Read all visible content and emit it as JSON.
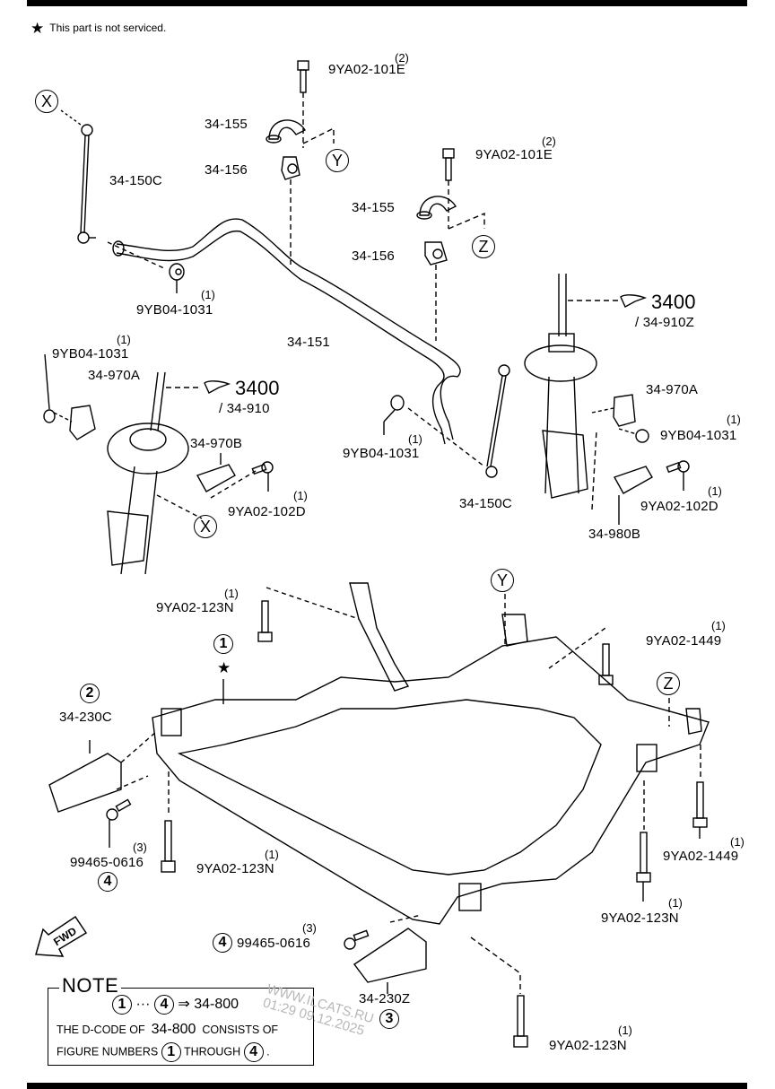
{
  "header": {
    "star_symbol": "★",
    "star_note": "This part is not serviced."
  },
  "callouts": {
    "ref_x": "X",
    "ref_y": "Y",
    "ref_z": "Z",
    "fig_1": "1",
    "fig_2": "2",
    "fig_3": "3",
    "fig_4": "4"
  },
  "parts": {
    "stab_link_left": "34-150C",
    "stab_link_right": "34-150C",
    "bushing_clamp_left": "34-155",
    "bushing_clamp_right": "34-155",
    "bushing_left": "34-156",
    "bushing_right": "34-156",
    "stabilizer_bar": "34-151",
    "bolt_101e_a": {
      "code": "9YA02-101E",
      "qty": "(2)"
    },
    "bolt_101e_b": {
      "code": "9YA02-101E",
      "qty": "(2)"
    },
    "nut_1031_a": {
      "code": "9YB04-1031",
      "qty": "(1)"
    },
    "nut_1031_b": {
      "code": "9YB04-1031",
      "qty": "(1)"
    },
    "nut_1031_c": {
      "code": "9YB04-1031",
      "qty": "(1)"
    },
    "nut_1031_d": {
      "code": "9YB04-1031",
      "qty": "(1)"
    },
    "strut_left_ref": {
      "section": "3400",
      "code": "/ 34-910"
    },
    "strut_right_ref": {
      "section": "3400",
      "code": "/ 34-910Z"
    },
    "bracket_970a_left": "34-970A",
    "bracket_970a_right": "34-970A",
    "bracket_970b": "34-970B",
    "bracket_980b": "34-980B",
    "bolt_102d_left": {
      "code": "9YA02-102D",
      "qty": "(1)"
    },
    "bolt_102d_right": {
      "code": "9YA02-102D",
      "qty": "(1)"
    },
    "bolt_123n_a": {
      "code": "9YA02-123N",
      "qty": "(1)"
    },
    "bolt_123n_b": {
      "code": "9YA02-123N",
      "qty": "(1)"
    },
    "bolt_123n_c": {
      "code": "9YA02-123N",
      "qty": "(1)"
    },
    "bolt_123n_d": {
      "code": "9YA02-123N",
      "qty": "(1)"
    },
    "bolt_1449_a": {
      "code": "9YA02-1449",
      "qty": "(1)"
    },
    "bolt_1449_b": {
      "code": "9YA02-1449",
      "qty": "(1)"
    },
    "bracket_230c": "34-230C",
    "bracket_230z": "34-230Z",
    "bolt_0616_a": {
      "code": "99465-0616",
      "qty": "(3)"
    },
    "bolt_0616_b": {
      "code": "99465-0616",
      "qty": "(3)"
    }
  },
  "fwd_label": "FWD",
  "note": {
    "title": "NOTE",
    "range_from": "1",
    "ellipsis": "···",
    "range_to": "4",
    "arrow": "⇒",
    "assembly_code": "34-800",
    "line2_prefix": "THE D-CODE OF",
    "line2_code": "34-800",
    "line2_suffix": "CONSISTS OF",
    "line3_prefix": "FIGURE NUMBERS",
    "line3_from": "1",
    "line3_mid": "THROUGH",
    "line3_to": "4",
    "line3_end": "."
  },
  "watermark": {
    "site": "WWW.ILCATS.RU",
    "stamp": "01:29 09.12.2025"
  }
}
